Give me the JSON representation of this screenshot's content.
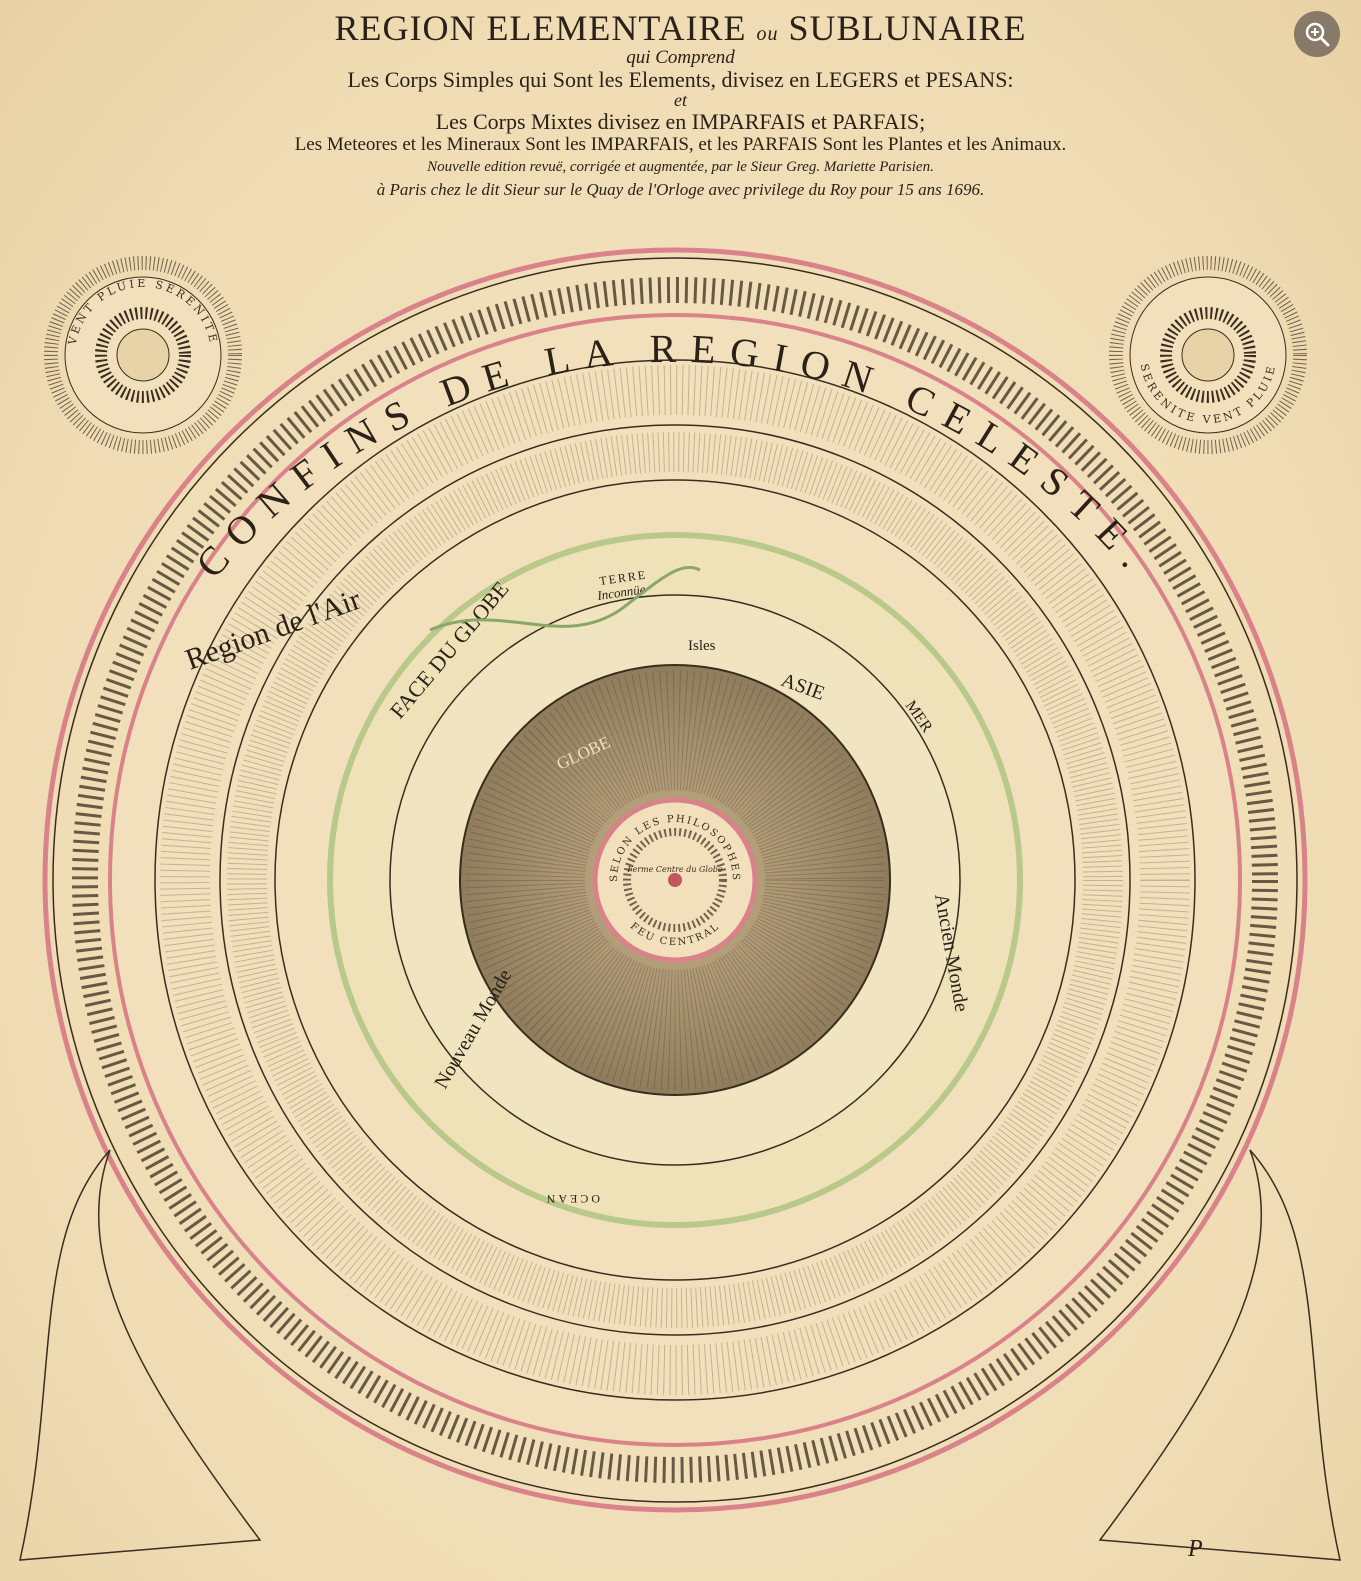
{
  "title": {
    "line1_a": "REGION ELEMENTAIRE",
    "line1_b": "ou",
    "line1_c": "SUBLUNAIRE",
    "line2": "qui Comprend",
    "line3": "Les Corps Simples qui Sont les Elements, divisez en LEGERS et PESANS:",
    "line4": "et",
    "line5": "Les Corps Mixtes divisez en IMPARFAIS et PARFAIS;",
    "line6": "Les Meteores et les Mineraux Sont les IMPARFAIS, et les PARFAIS Sont les Plantes et les Animaux.",
    "line7": "Nouvelle edition revuë, corrigée et augmentée, par le Sieur Greg. Mariette Parisien.",
    "line8": "à Paris chez le dit Sieur sur le Quay de l'Orloge avec privilege du Roy pour 15 ans 1696."
  },
  "map": {
    "outer_arc": "CONFINS DE LA REGION CELESTE.",
    "corner_left": "VENT PLUIE SERENITE",
    "corner_right": "SERENITE VENT PLUIE",
    "labels": {
      "region_air": "Region de l'Air",
      "terre": "TERRE",
      "inconnue": "Inconnüe",
      "face_globe": "FACE DU GLOBE",
      "isles": "Isles",
      "asie": "ASIE",
      "mer": "MER",
      "ancien_monde": "Ancien Monde",
      "nouveau_monde": "Nouveau Monde",
      "ocean": "OCEAN",
      "globe": "GLOBE",
      "philosophes": "SELON LES PHILOSOPHES",
      "feu_central": "FEU CENTRAL",
      "centre": "Ferme Centre du Globe"
    },
    "colors": {
      "pink": "#d9828a",
      "ink": "#3a2c1e",
      "green": "#b9c98a",
      "paper": "#f3e3c0"
    }
  },
  "plate_mark": "P",
  "viewer": {
    "zoom_icon": "zoom-in-icon"
  }
}
